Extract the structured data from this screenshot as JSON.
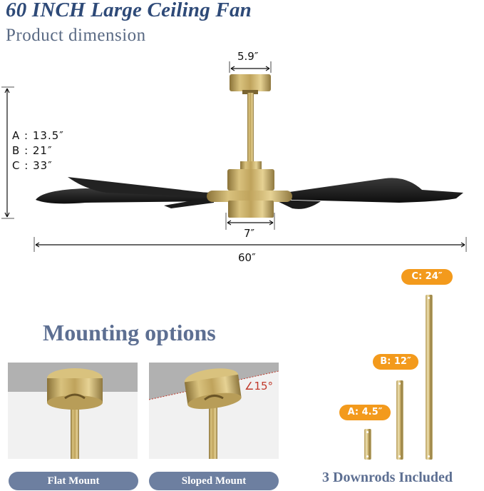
{
  "header": {
    "title": "60 INCH Large Ceiling Fan",
    "subtitle": "Product dimension"
  },
  "dimensions": {
    "canopy_width": "5.9″",
    "motor_width": "7″",
    "blade_span": "60″",
    "heights": [
      {
        "label": "A",
        "value": "13.5″"
      },
      {
        "label": "B",
        "value": "21″"
      },
      {
        "label": "C",
        "value": "33″"
      }
    ]
  },
  "mounting": {
    "title": "Mounting options",
    "options": [
      {
        "label": "Flat Mount"
      },
      {
        "label": "Sloped Mount",
        "angle": "∠15°"
      }
    ]
  },
  "downrods": {
    "items": [
      {
        "tag": "A: 4.5″"
      },
      {
        "tag": "B: 12″"
      },
      {
        "tag": "C: 24″"
      }
    ],
    "footer": "3 Downrods Included"
  },
  "colors": {
    "title_blue": "#2e4a78",
    "section_blue": "#5d6f92",
    "pill_bg": "#6d7fa0",
    "tag_orange": "#f39a1c",
    "brass": "#c8ad68",
    "blade_black": "#1a1a1a",
    "angle_red": "#c0392b"
  }
}
